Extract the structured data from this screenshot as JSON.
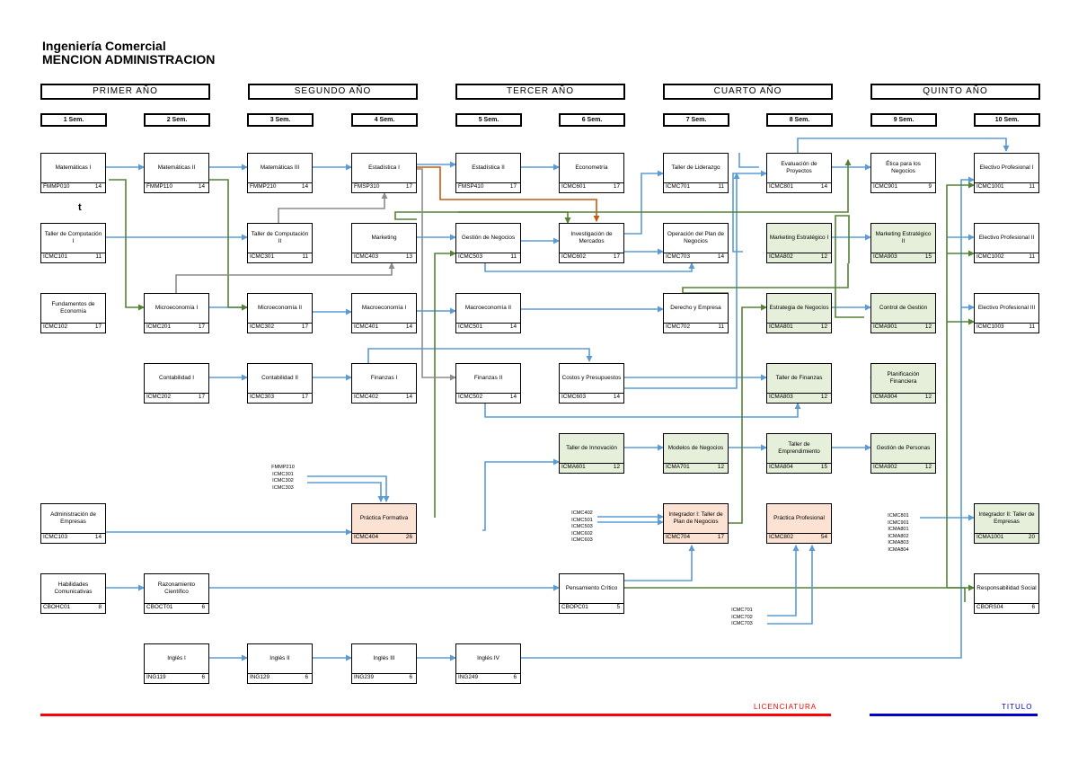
{
  "title": {
    "line1": "Ingeniería Comercial",
    "line2": "MENCION ADMINISTRACION"
  },
  "years": [
    "PRIMER AÑO",
    "SEGUNDO AÑO",
    "TERCER AÑO",
    "CUARTO AÑO",
    "QUINTO AÑO"
  ],
  "semesters": [
    "1 Sem.",
    "2 Sem.",
    "3 Sem.",
    "4 Sem.",
    "5 Sem.",
    "6 Sem.",
    "7 Sem.",
    "8 Sem.",
    "9 Sem.",
    "10 Sem."
  ],
  "courses": [
    {
      "name": "Matemáticas I",
      "code": "FMMP010",
      "credits": "14"
    },
    {
      "name": "Matemáticas II",
      "code": "FMMP110",
      "credits": "14"
    },
    {
      "name": "Matemáticas III",
      "code": "FMMP210",
      "credits": "14"
    },
    {
      "name": "Estadística I",
      "code": "FMSP310",
      "credits": "17"
    },
    {
      "name": "Estadística II",
      "code": "FMSP410",
      "credits": "17"
    },
    {
      "name": "Econometría",
      "code": "ICMC601",
      "credits": "17"
    },
    {
      "name": "Taller de Liderazgo",
      "code": "ICMC701",
      "credits": "11"
    },
    {
      "name": "Evaluación de Proyectos",
      "code": "ICMC801",
      "credits": "14"
    },
    {
      "name": "Ética para los Negocios",
      "code": "ICMC901",
      "credits": "9"
    },
    {
      "name": "Electivo Profesional I",
      "code": "ICMC1001",
      "credits": "11"
    },
    {
      "name": "Taller de Computación I",
      "code": "ICMC101",
      "credits": "11"
    },
    {
      "name": "Taller de Computación II",
      "code": "ICMC301",
      "credits": "11"
    },
    {
      "name": "Marketing",
      "code": "ICMC403",
      "credits": "13"
    },
    {
      "name": "Gestión de Negocios",
      "code": "ICMC503",
      "credits": "11"
    },
    {
      "name": "Investigación de Mercados",
      "code": "ICMC602",
      "credits": "17"
    },
    {
      "name": "Operación del Plan de Negocios",
      "code": "ICMC703",
      "credits": "14"
    },
    {
      "name": "Marketing Estratégico I",
      "code": "ICMA802",
      "credits": "12"
    },
    {
      "name": "Marketing Estratégico II",
      "code": "ICMA903",
      "credits": "15"
    },
    {
      "name": "Electivo Profesional II",
      "code": "ICMC1002",
      "credits": "11"
    },
    {
      "name": "Fundamentos de Economía",
      "code": "ICMC102",
      "credits": "17"
    },
    {
      "name": "Microeconomía I",
      "code": "ICMC201",
      "credits": "17"
    },
    {
      "name": "Microeconomía II",
      "code": "ICMC302",
      "credits": "17"
    },
    {
      "name": "Macroeconomía I",
      "code": "ICMC401",
      "credits": "14"
    },
    {
      "name": "Macroeconomía II",
      "code": "ICMC501",
      "credits": "14"
    },
    {
      "name": "Derecho y Empresa",
      "code": "ICMC702",
      "credits": "11"
    },
    {
      "name": "Estrategia de Negocios",
      "code": "ICMA801",
      "credits": "12"
    },
    {
      "name": "Control de Gestión",
      "code": "ICMA901",
      "credits": "12"
    },
    {
      "name": "Electivo Profesional III",
      "code": "ICMC1003",
      "credits": "11"
    },
    {
      "name": "Contabilidad I",
      "code": "ICMC202",
      "credits": "17"
    },
    {
      "name": "Contabilidad II",
      "code": "ICMC303",
      "credits": "17"
    },
    {
      "name": "Finanzas I",
      "code": "ICMC402",
      "credits": "14"
    },
    {
      "name": "Finanzas II",
      "code": "ICMC502",
      "credits": "14"
    },
    {
      "name": "Costos y Presupuestos",
      "code": "ICMC603",
      "credits": "14"
    },
    {
      "name": "Taller de Finanzas",
      "code": "ICMA803",
      "credits": "12"
    },
    {
      "name": "Planificación Financiera",
      "code": "ICMA904",
      "credits": "12"
    },
    {
      "name": "Taller de Innovación",
      "code": "ICMA601",
      "credits": "12"
    },
    {
      "name": "Modelos de Negocios",
      "code": "ICMA701",
      "credits": "12"
    },
    {
      "name": "Taller de Emprendimiento",
      "code": "ICMA804",
      "credits": "15"
    },
    {
      "name": "Gestión de Personas",
      "code": "ICMA902",
      "credits": "12"
    },
    {
      "name": "Administración de Empresas",
      "code": "ICMC103",
      "credits": "14"
    },
    {
      "name": "Práctica Formativa",
      "code": "ICMC404",
      "credits": "26"
    },
    {
      "name": "Integrador I: Taller de Plan de Negocios",
      "code": "ICMC704",
      "credits": "17"
    },
    {
      "name": "Práctica Profesional",
      "code": "ICMC802",
      "credits": "54"
    },
    {
      "name": "Integrador II: Taller de Empresas",
      "code": "ICMA1001",
      "credits": "20"
    },
    {
      "name": "Habilidades Comunicativas",
      "code": "CBOHC01",
      "credits": "8"
    },
    {
      "name": "Razonamiento Científico",
      "code": "CBOCT01",
      "credits": "6"
    },
    {
      "name": "Pensamiento Crítico",
      "code": "CBOPC01",
      "credits": "5"
    },
    {
      "name": "Responsabilidad Social",
      "code": "CBORS04",
      "credits": "6"
    },
    {
      "name": "Inglés I",
      "code": "ING119",
      "credits": "6"
    },
    {
      "name": "Inglés II",
      "code": "ING129",
      "credits": "6"
    },
    {
      "name": "Inglés III",
      "code": "ING239",
      "credits": "6"
    },
    {
      "name": "Inglés IV",
      "code": "ING249",
      "credits": "6"
    }
  ],
  "prereq_lists": [
    [
      "FMMP210",
      "ICMC301",
      "ICMC302",
      "ICMC303"
    ],
    [
      "ICMC402",
      "ICMC501",
      "ICMC503",
      "ICMC602",
      "ICMC603"
    ],
    [
      "ICMC801",
      "ICMC901",
      "ICMA801",
      "ICMA802",
      "ICMA803",
      "ICMA804"
    ],
    [
      "ICMC701",
      "ICMC702",
      "ICMC703"
    ]
  ],
  "stray_mark": "t",
  "legend": {
    "licenciatura": "LICENCIATURA",
    "titulo": "TITULO"
  },
  "colors": {
    "blue_line": "#5b9bd5",
    "green_line": "#548235",
    "gray_line": "#8c8c8c",
    "orange_line": "#c55a11",
    "green_box": "#e5efd9",
    "peach_box": "#fbe2d2",
    "licenciatura": "#ff0000",
    "titulo": "#0000cc"
  }
}
